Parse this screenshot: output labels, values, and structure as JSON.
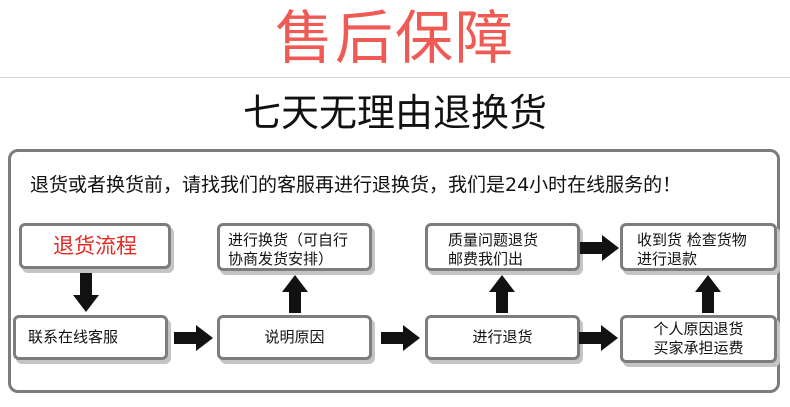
{
  "title": "售后保障",
  "subtitle": "七天无理由退换货",
  "intro": "退货或者换货前，请找我们的客服再进行退换货，我们是24小时在线服务的！",
  "colors": {
    "title": "#f05a55",
    "highlight": "#e02a24",
    "border": "#7d7d7d",
    "arrow": "#111111"
  },
  "nodes": {
    "return_process": {
      "lines": [
        "退货流程"
      ]
    },
    "contact_service": {
      "lines": [
        "联系在线客服"
      ]
    },
    "explain_reason": {
      "lines": [
        "说明原因"
      ]
    },
    "exchange": {
      "lines": [
        "进行换货（可自行",
        "协商发货安排）"
      ]
    },
    "return_goods": {
      "lines": [
        "进行退货"
      ]
    },
    "quality_issue": {
      "lines": [
        "质量问题退货",
        "邮费我们出"
      ]
    },
    "personal_reason": {
      "lines": [
        "个人原因退货",
        "买家承担运费"
      ]
    },
    "receive_refund": {
      "lines": [
        "收到货 检查货物",
        "进行退款"
      ]
    }
  },
  "arrows": [
    {
      "from": "return_process",
      "to": "contact_service",
      "icon": "arrow-down-icon"
    },
    {
      "from": "contact_service",
      "to": "explain_reason",
      "icon": "arrow-right-icon"
    },
    {
      "from": "explain_reason",
      "to": "exchange",
      "icon": "arrow-up-icon"
    },
    {
      "from": "explain_reason",
      "to": "return_goods",
      "icon": "arrow-right-icon"
    },
    {
      "from": "return_goods",
      "to": "quality_issue",
      "icon": "arrow-up-icon"
    },
    {
      "from": "return_goods",
      "to": "personal_reason",
      "icon": "arrow-right-icon"
    },
    {
      "from": "quality_issue",
      "to": "receive_refund",
      "icon": "arrow-right-icon"
    },
    {
      "from": "personal_reason",
      "to": "receive_refund",
      "icon": "arrow-up-icon"
    }
  ]
}
